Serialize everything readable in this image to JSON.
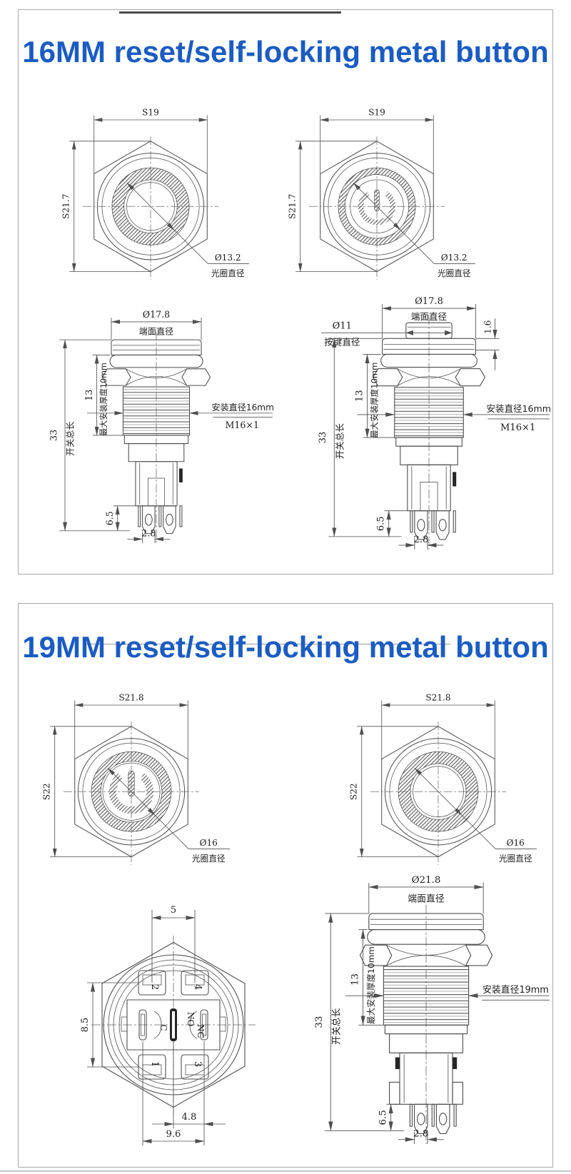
{
  "panel16": {
    "title": "16MM reset/self-locking metal button",
    "front": {
      "across_flats": "S19",
      "across_corners": "S21.7",
      "aperture_dia": "Ø13.2",
      "aperture_label": "光圈直径"
    },
    "side": {
      "face_dia": "Ø17.8",
      "face_label": "端面直径",
      "button_dia": "Ø11",
      "button_label": "按键直径",
      "bezel_lip": "1.6",
      "thread_len": "13",
      "mount_thickness": "最大安装厚度10mm",
      "total_len": "33",
      "total_label": "开关总长",
      "mount_dia": "安装直径16mm",
      "thread_spec": "M16×1",
      "pin_len": "6.5",
      "pin_width": "2.8"
    }
  },
  "panel19": {
    "title": "19MM reset/self-locking metal button",
    "front": {
      "across_flats": "S21.8",
      "across_corners": "S22",
      "aperture_dia": "Ø16",
      "aperture_label": "光圈直径"
    },
    "bottom": {
      "pin_pitch": "5",
      "row_pitch": "8.5",
      "spacing_inner": "4.8",
      "spacing_outer": "9.6",
      "terminal_1": "1",
      "terminal_2": "2",
      "terminal_3": "3",
      "terminal_4": "4",
      "common": "C",
      "normally_open": "NO",
      "normally_closed": "NC"
    },
    "side": {
      "face_dia": "Ø21.8",
      "face_label": "端面直径",
      "mount_dia": "安装直径19mm",
      "thread_len": "13",
      "mount_thickness": "最大安装厚度10mm",
      "total_len": "33",
      "total_label": "开关总长",
      "pin_len": "6.5",
      "pin_width": "2.8"
    }
  },
  "colors": {
    "title_blue": "#1b5cc2",
    "line_gray": "#4f4f4f"
  }
}
